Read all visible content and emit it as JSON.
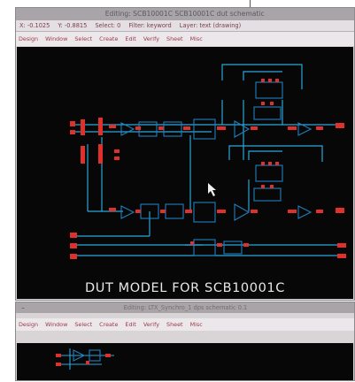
{
  "window1": {
    "title": "Editing: SCB10001C SCB10001C dut schematic",
    "status": {
      "x": "X: -0.1025",
      "y": "Y: -0.8815",
      "select": "Select: 0",
      "filter": "Filter: keyword",
      "layer": "Layer: text (drawing)"
    },
    "menu": [
      "Design",
      "Window",
      "Select",
      "Create",
      "Edit",
      "Verify",
      "Sheet",
      "Misc"
    ],
    "canvas_title": "DUT MODEL FOR SCB10001C"
  },
  "window2": {
    "minimize_glyph": "–",
    "title": "Editing: LTX_Synchro_1 dps schematic 0.1",
    "menu": [
      "Design",
      "Window",
      "Select",
      "Create",
      "Edit",
      "Verify",
      "Sheet",
      "Misc"
    ]
  },
  "colors": {
    "wire": "#2aa7d8",
    "pin": "#e0302c",
    "instance": "#1f7fbf",
    "canvas": "#070707",
    "menu_text": "#9a3a48"
  }
}
